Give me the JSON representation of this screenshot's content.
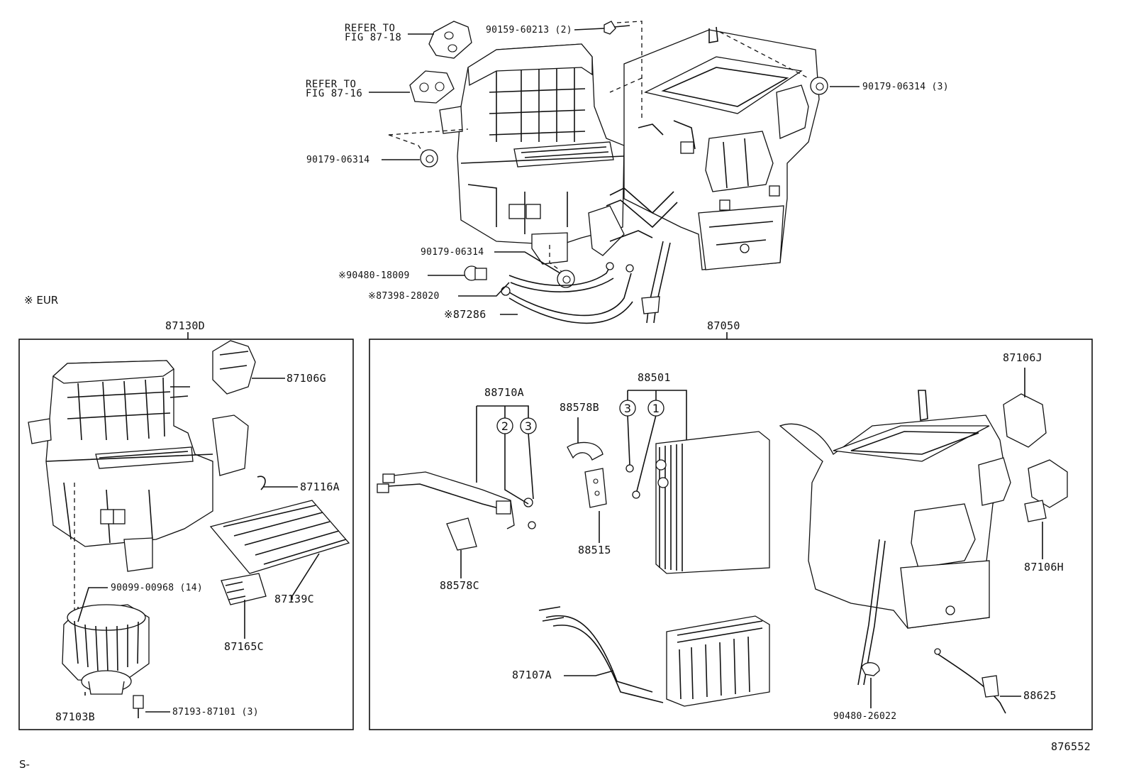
{
  "top_labels": {
    "refer_fig_87_18": "REFER TO\nFIG 87-18",
    "refer_fig_87_16": "REFER TO\nFIG 87-16",
    "p90159_60213": "90159-60213 (2)",
    "p90179_06314_3": "90179-06314 (3)",
    "p90179_06314_a": "90179-06314",
    "p90179_06314_b": "90179-06314",
    "p90480_18009": "※90480-18009",
    "p87398_28020": "※87398-28020",
    "p87286": "※87286"
  },
  "eur_note": "※ EUR",
  "left_box": {
    "title": "87130D",
    "labels": {
      "p87106G": "87106G",
      "p87116A": "87116A",
      "p90099_00968": "90099-00968 (14)",
      "p87139C": "87139C",
      "p87165C": "87165C",
      "p87103B": "87103B",
      "p87193_87101": "87193-87101 (3)"
    }
  },
  "right_box": {
    "title": "87050",
    "labels": {
      "p88710A": "88710A",
      "p88578B": "88578B",
      "p88501": "88501",
      "p87106J": "87106J",
      "p87106H": "87106H",
      "p88515": "88515",
      "p88578C": "88578C",
      "p87107A": "87107A",
      "p90480_26022": "90480-26022",
      "p88625": "88625"
    },
    "callouts": {
      "c2": "2",
      "c3a": "3",
      "c3b": "3",
      "c1": "1"
    }
  },
  "figure_code": "876552",
  "page_marker": "S-"
}
